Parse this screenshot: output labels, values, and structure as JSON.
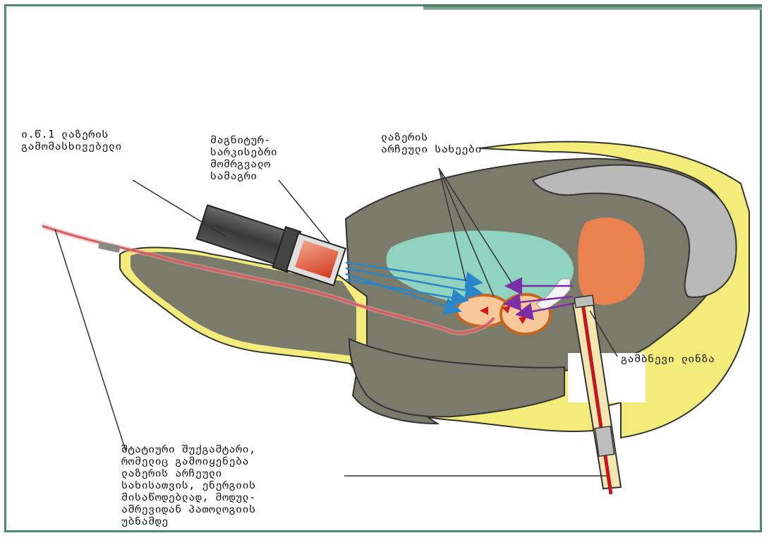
{
  "labels": {
    "laser_generator": "ი.წ.1 ლაზერის\nგამომასხივებელი",
    "magnetic_holder": "მაგნიტურ-\nსარკისებრი\nმომრგვალო\nსამაგრი",
    "laser_beams": "ლაზერის\nარჩეული სახეები",
    "lens": "გამბნევი ლინზა",
    "catheter": "შტატიური შუქგამტარი,\nრომელიც გამოიყენება\nლაზერის არჩეული\nსახისათვის, ენერგიის\nმისაწოდებლად, მოდულ-\nამრევიდან პათოლოგიის\nუბნამდე"
  },
  "colors": {
    "frame": "#4e8a6f",
    "pelvis_yellow": "#f3ec7a",
    "tissue_gray": "#7b7b6b",
    "bladder_green": "#8fd3c0",
    "rectum_orange": "#e9824e",
    "sacrum_gray": "#b9b9b9",
    "beam_blue": "#2a86c8",
    "beam_purple": "#7a2ea8",
    "fiber_red": "#c4161c"
  }
}
